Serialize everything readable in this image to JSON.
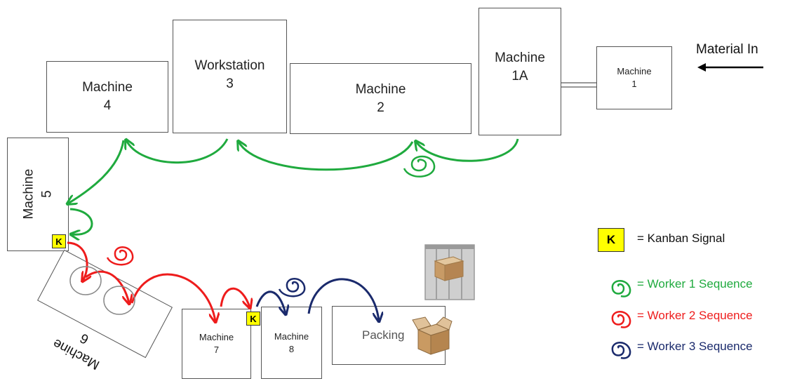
{
  "material_in": "Material In",
  "stations": {
    "m1": "Machine\n1",
    "m1a": "Machine\n1A",
    "m2": "Machine\n2",
    "ws3": "Workstation\n3",
    "m4": "Machine\n4",
    "m5": "Machine\n5",
    "m6": "Machine\n6",
    "m7": "Machine\n7",
    "m8": "Machine\n8",
    "packing": "Packing"
  },
  "kanban_letter": "K",
  "legend": {
    "kanban": "= Kanban Signal",
    "worker1": "= Worker 1 Sequence",
    "worker2": "= Worker 2 Sequence",
    "worker3": "= Worker 3 Sequence"
  },
  "colors": {
    "worker1": "#1faa3e",
    "worker2": "#ee1c1c",
    "worker3": "#1a2a6c",
    "kanban": "#ffff00"
  }
}
